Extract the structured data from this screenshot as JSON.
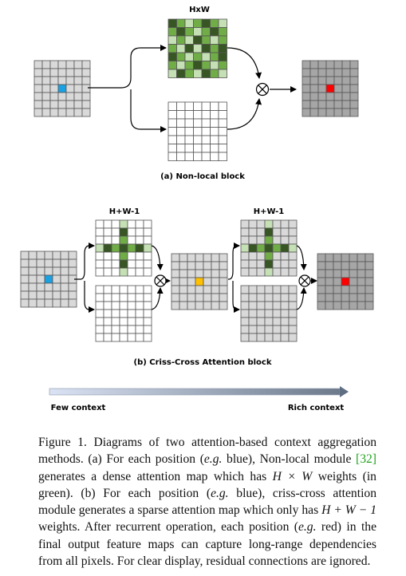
{
  "figure": {
    "panel_a": {
      "map_label": "HxW",
      "label": "(a) Non-local block"
    },
    "panel_b": {
      "map_label_1": "H+W-1",
      "map_label_2": "H+W-1",
      "label": "(b) Criss-Cross Attention block"
    },
    "context_bar": {
      "left_label": "Few context",
      "right_label": "Rich context"
    },
    "colors": {
      "input_cell": "#d9d9d9",
      "output_cell": "#a6a6a6",
      "blue_pixel": "#1ba1e2",
      "orange_pixel": "#ffc000",
      "red_pixel": "#ff0000",
      "green_dark": "#375623",
      "green_mid": "#70ad47",
      "green_light": "#c5e0b4",
      "bar_left": "#dae3f3",
      "bar_right": "#6c7a8c"
    },
    "icons": [
      "otimes-icon",
      "arrow-icon"
    ]
  },
  "caption": {
    "prefix": "Figure 1. Diagrams of two attention-based context aggregation methods. (a) For each position (",
    "eg1": "e.g.",
    "part2": " blue), Non-local module ",
    "ref": "[32]",
    "part3": " generates a dense attention map which has ",
    "hw": "H × W",
    "part4": " weights (in green). (b) For each position (",
    "eg2": "e.g.",
    "part5": " blue), criss-cross attention module generates a sparse attention map which only has ",
    "hw1": "H + W − 1",
    "part6": " weights. After recurrent operation, each position (",
    "eg3": "e.g.",
    "part7": " red) in the final output feature maps can capture long-range dependencies from all pixels. For clear display, residual connections are ignored."
  }
}
